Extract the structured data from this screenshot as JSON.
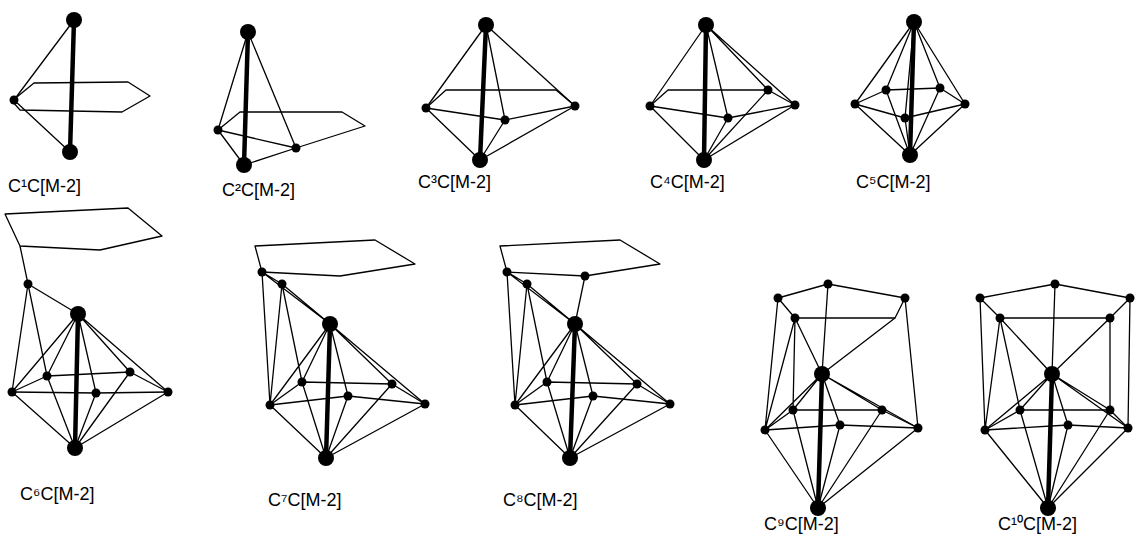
{
  "diagram": {
    "labels": [
      "C¹C[M-2]",
      "C²C[M-2]",
      "C³C[M-2]",
      "C⁴C[M-2]",
      "C⁵C[M-2]",
      "C⁶C[M-2]",
      "C⁷C[M-2]",
      "C⁸C[M-2]",
      "C⁹C[M-2]",
      "C¹⁰C[M-2]"
    ]
  }
}
